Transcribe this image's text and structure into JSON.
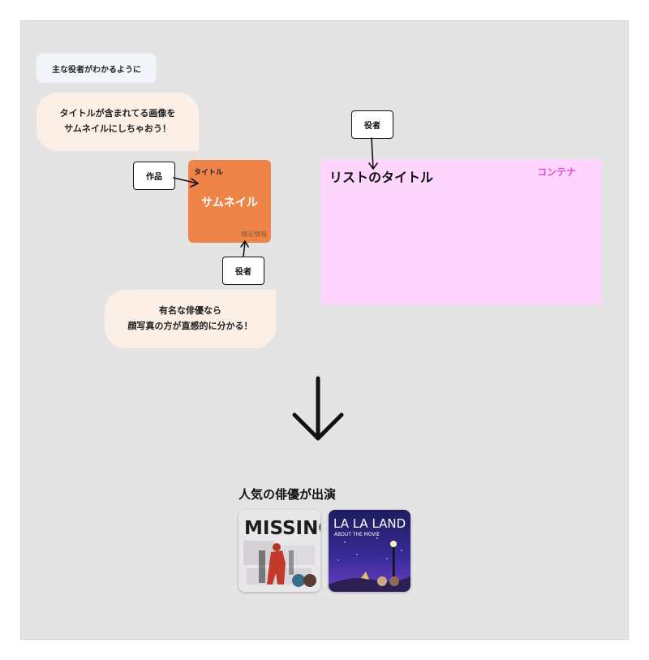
{
  "notes": {
    "top_tag": "主な役者がわかるように",
    "bubble_thumbnail": "タイトルが含まれてる画像を\nサムネイルにしちゃおう！",
    "bubble_actor": "有名な俳優なら\n顔写真の方が直感的に分かる！"
  },
  "labels": {
    "work": "作品",
    "actor_bottom": "役者",
    "actor_top": "役者"
  },
  "thumbnail": {
    "title": "タイトル",
    "main": "サムネイル",
    "sub": "補足情報",
    "color": "#ee8447"
  },
  "list_container": {
    "title": "リストのタイトル",
    "label": "コンテナ",
    "color": "#fdd5fd",
    "label_color": "#e04fd8"
  },
  "result": {
    "section_title": "人気の俳優が出演",
    "cards": [
      {
        "name": "missing-movie-card",
        "poster_text": "MISSING"
      },
      {
        "name": "la-la-land-movie-card",
        "poster_text": "LA LA LAND",
        "poster_subtext": "ABOUT THE MOVIE"
      }
    ]
  }
}
